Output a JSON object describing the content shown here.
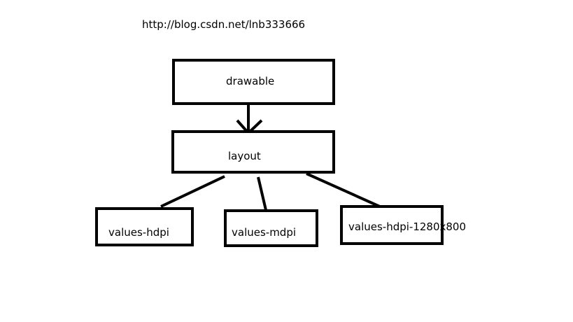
{
  "header": {
    "url": "http://blog.csdn.net/lnb333666"
  },
  "nodes": {
    "drawable": "drawable",
    "layout": "layout",
    "values_hdpi": "values-hdpi",
    "values_mdpi": "values-mdpi",
    "values_hdpi_1280x800": "values-hdpi-1280x800"
  },
  "colors": {
    "stroke": "#000000",
    "background": "#ffffff"
  }
}
